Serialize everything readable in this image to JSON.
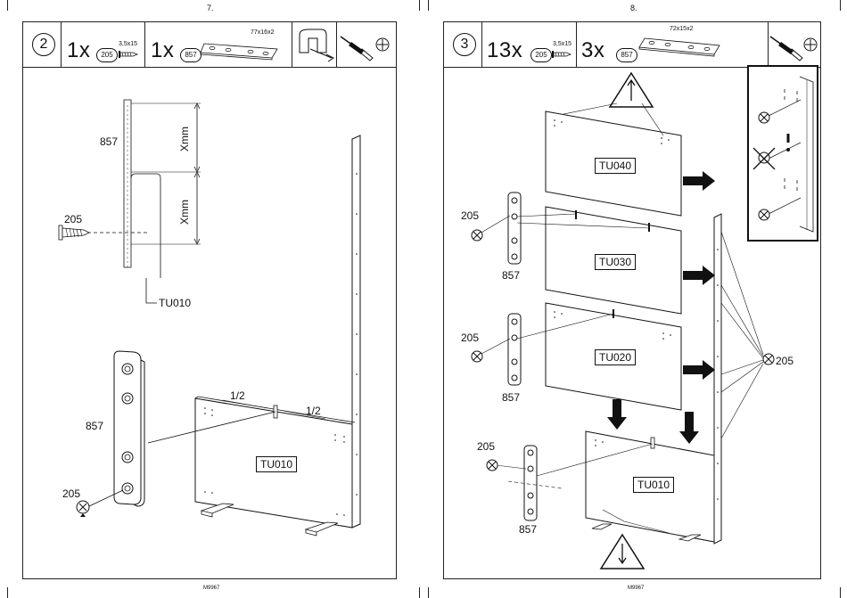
{
  "left_page": {
    "page_number": "7.",
    "footer_code": "M9967",
    "step_number": "2",
    "parts": [
      {
        "qty": "1x",
        "part_no": "205",
        "spec": "3,5x15"
      },
      {
        "qty": "1x",
        "part_no": "857",
        "spec": "77x16x2"
      }
    ],
    "labels": {
      "part_857_top": "857",
      "dim_x_upper": "Xmm",
      "dim_x_lower": "Xmm",
      "screw_205_top": "205",
      "panel_tu010_callout": "TU010",
      "part_857_bottom": "857",
      "screw_205_bottom": "205",
      "half_left": "1/2",
      "half_right": "1/2",
      "panel_box": "TU010"
    }
  },
  "right_page": {
    "page_number": "8.",
    "footer_code": "M9967",
    "step_number": "3",
    "parts": [
      {
        "qty": "13x",
        "part_no": "205",
        "spec": "3,5x15"
      },
      {
        "qty": "3x",
        "part_no": "857",
        "spec": "72x15x2"
      }
    ],
    "labels": {
      "panel_tu040": "TU040",
      "panel_tu030": "TU030",
      "panel_tu020": "TU020",
      "panel_tu010": "TU010",
      "screw_205_a": "205",
      "plate_857_a": "857",
      "screw_205_b": "205",
      "plate_857_b": "857",
      "screw_205_c": "205",
      "plate_857_c": "857",
      "screw_205_right": "205"
    }
  },
  "icons": [
    "screw-icon",
    "bracket-plate-icon",
    "wall-anchor-icon",
    "screwdriver-icon",
    "phillips-head-icon",
    "warning-arrow-up-icon",
    "warning-arrow-down-icon",
    "arrow-right-icon",
    "arrow-down-icon"
  ]
}
